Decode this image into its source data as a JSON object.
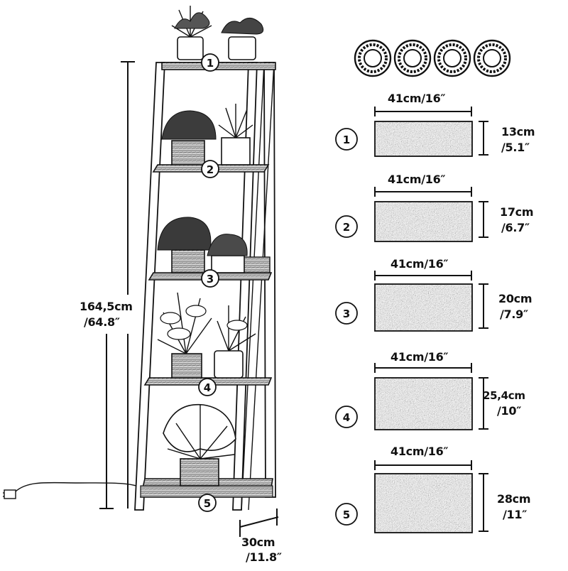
{
  "diagram": {
    "total_height": {
      "metric": "164,5cm",
      "imperial": "/64.8″"
    },
    "depth": {
      "metric": "30cm",
      "imperial": "/11.8″"
    },
    "shelves": [
      {
        "number": "1",
        "width": "41cm/16″",
        "height_metric": "13cm",
        "height_imperial": "/5.1″"
      },
      {
        "number": "2",
        "width": "41cm/16″",
        "height_metric": "17cm",
        "height_imperial": "/6.7″"
      },
      {
        "number": "3",
        "width": "41cm/16″",
        "height_metric": "20cm",
        "height_imperial": "/7.9″"
      },
      {
        "number": "4",
        "width": "41cm/16″",
        "height_metric": "25,4cm",
        "height_imperial": "/10″"
      },
      {
        "number": "5",
        "width": "41cm/16″",
        "height_metric": "28cm",
        "height_imperial": "/11″"
      }
    ],
    "colors": {
      "ink": "#111111",
      "board_dark": "#3a3a3a",
      "board_light": "#9a9a9a"
    }
  }
}
